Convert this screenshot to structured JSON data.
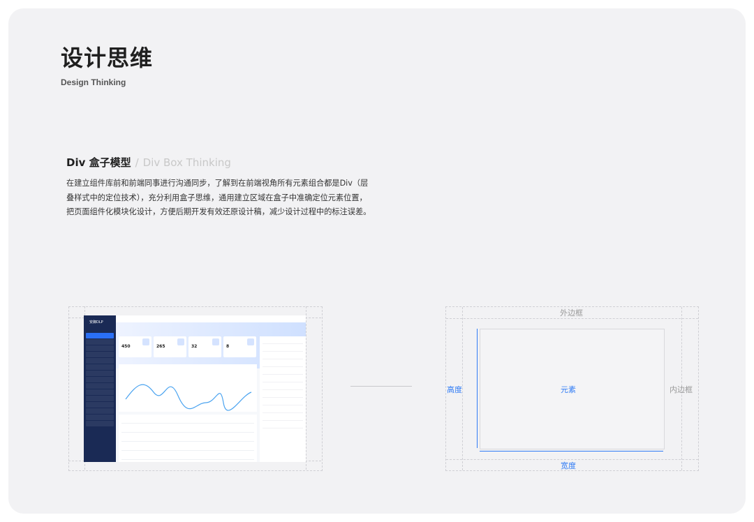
{
  "header": {
    "title": "设计思维",
    "subtitle": "Design Thinking"
  },
  "section": {
    "title": "Div 盒子模型",
    "separator": "/",
    "title_en": "Div Box Thinking",
    "description": "在建立组件库前和前端同事进行沟通同步，了解到在前端视角所有元素组合都是Div（层叠样式中的定位技术），充分利用盒子思维，通用建立区域在盒子中准确定位元素位置，把页面组件化模块化设计，方便后期开发有效还原设计稿，减少设计过程中的标注误差。"
  },
  "dashboard_mock": {
    "logo": "安御DLP",
    "kpis": [
      "450",
      "265",
      "32",
      "8"
    ]
  },
  "box_model": {
    "outer_label": "外边框",
    "inner_label": "内边框",
    "element_label": "元素",
    "height_label": "高度",
    "width_label": "宽度"
  },
  "colors": {
    "accent": "#2f7bf5",
    "sidebar": "#1a2a55"
  }
}
